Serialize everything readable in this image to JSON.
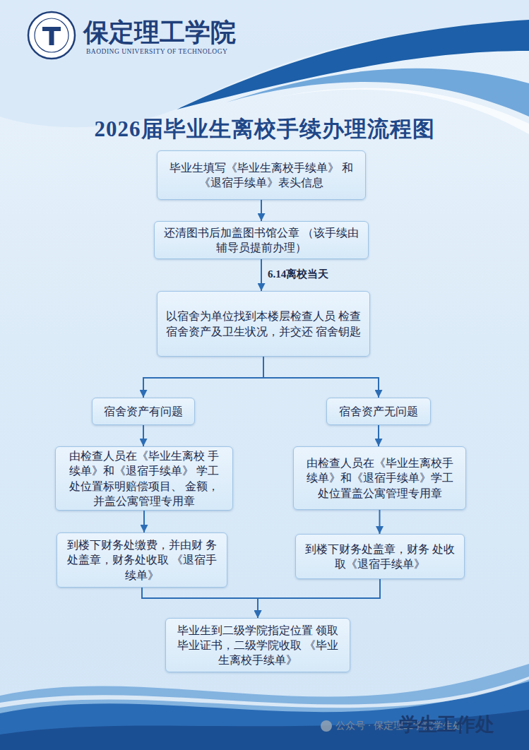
{
  "diagram": {
    "title": "2026届毕业生离校手续办理流程图",
    "nodes": [
      {
        "text": [
          "毕业生填写《毕业生离校手续单》 和《退宿手续单》表头信息"
        ]
      },
      {
        "text": [
          "还清图书后加盖图书馆公章 （该手续由辅导员提前办理）"
        ]
      },
      {
        "text": [
          "以宿舍为单位找到本楼层检查人员 检查宿舍资产及卫生状况，并交还 宿舍钥匙"
        ]
      },
      {
        "text": [
          "宿舍资产有问题"
        ]
      },
      {
        "text": [
          "宿舍资产无问题"
        ]
      },
      {
        "text": [
          "由检查人员在《毕业生离校 手续单》和《退宿手续单》 学工处位置标明赔偿项目、 金额，并盖公寓管理专用章"
        ]
      },
      {
        "text": [
          "由检查人员在《毕业生离校手 续单》和《退宿手续单》学工 处位置盖公寓管理专用章"
        ]
      },
      {
        "text": [
          "到楼下财务处缴费，并由财 务处盖章，财务处收取 《退宿手续单》"
        ]
      },
      {
        "text": [
          "到楼下财务处盖章，财务 处收取《退宿手续单》"
        ]
      },
      {
        "text": [
          "毕业生到二级学院指定位置 领取毕业证书，二级学院收取 《毕业生离校手续单》"
        ]
      }
    ],
    "edges": [
      {
        "from": 0,
        "to": 1,
        "arrow": "to"
      },
      {
        "from": 1,
        "to": 2,
        "label": "6.14离校当天",
        "arrow": "to"
      },
      {
        "from": 2,
        "to": 3,
        "arrow": "to"
      },
      {
        "from": 2,
        "to": 4,
        "arrow": "to"
      },
      {
        "from": 3,
        "to": 5,
        "arrow": "to"
      },
      {
        "from": 4,
        "to": 6,
        "arrow": "to"
      },
      {
        "from": 5,
        "to": 7,
        "arrow": "to"
      },
      {
        "from": 6,
        "to": 8,
        "arrow": "to"
      },
      {
        "from": 7,
        "to": 9,
        "arrow": "to"
      },
      {
        "from": 8,
        "to": 9,
        "arrow": "to"
      }
    ],
    "labels": [
      "保定理工学院",
      "BAODING UNIVERSITY OF TECHNOLOGY",
      "公众号 · 保定理工学院学生处",
      "学生工作处"
    ]
  }
}
